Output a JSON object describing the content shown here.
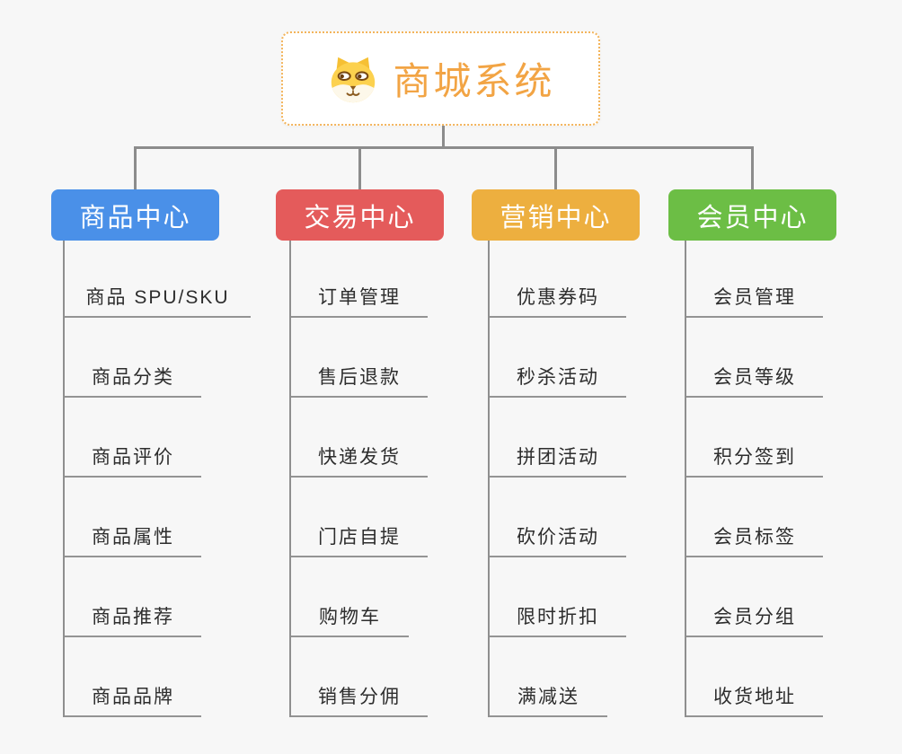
{
  "root": {
    "title": "商城系统",
    "icon": "dog-face-icon"
  },
  "branches": [
    {
      "id": "product",
      "label": "商品中心",
      "color": "#4a90e8",
      "items": [
        {
          "label": "商品 SPU/SKU"
        },
        {
          "label": "商品分类"
        },
        {
          "label": "商品评价"
        },
        {
          "label": "商品属性"
        },
        {
          "label": "商品推荐"
        },
        {
          "label": "商品品牌"
        }
      ]
    },
    {
      "id": "trade",
      "label": "交易中心",
      "color": "#e45b5b",
      "items": [
        {
          "label": "订单管理"
        },
        {
          "label": "售后退款"
        },
        {
          "label": "快递发货"
        },
        {
          "label": "门店自提"
        },
        {
          "label": "购物车"
        },
        {
          "label": "销售分佣"
        }
      ]
    },
    {
      "id": "marketing",
      "label": "营销中心",
      "color": "#edaf3f",
      "items": [
        {
          "label": "优惠券码"
        },
        {
          "label": "秒杀活动"
        },
        {
          "label": "拼团活动"
        },
        {
          "label": "砍价活动"
        },
        {
          "label": "限时折扣"
        },
        {
          "label": "满减送"
        }
      ]
    },
    {
      "id": "member",
      "label": "会员中心",
      "color": "#6cbe45",
      "items": [
        {
          "label": "会员管理"
        },
        {
          "label": "会员等级"
        },
        {
          "label": "积分签到"
        },
        {
          "label": "会员标签"
        },
        {
          "label": "会员分组"
        },
        {
          "label": "收货地址"
        }
      ]
    }
  ],
  "colors": {
    "background": "#f7f7f7",
    "connector": "#8c8c8c",
    "underline": "#949494",
    "root_border": "#f3b45b",
    "root_title": "#f2a444",
    "item_text": "#2d2d2d"
  }
}
